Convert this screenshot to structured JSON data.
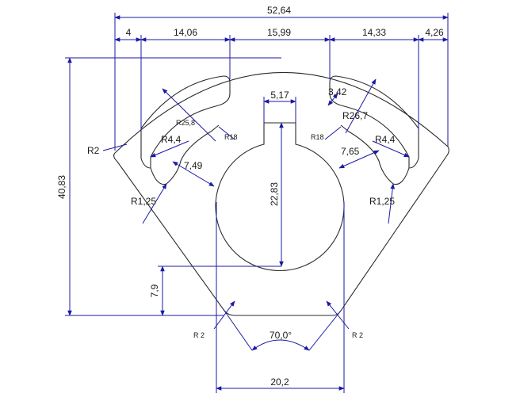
{
  "colors": {
    "part_line": "#2b2b2b",
    "dimension_line": "#1a1aa6",
    "text": "#1a1a1a",
    "background": "#ffffff"
  },
  "dims": {
    "overall_width": "52,64",
    "seg_left_4": "4",
    "seg_14_06": "14,06",
    "seg_15_99": "15,99",
    "seg_14_33": "14,33",
    "seg_4_26": "4,26",
    "height_40_83": "40,83",
    "key_width": "5,17",
    "bore_height": "22,83",
    "slot_3_42": "3,42",
    "r26_7": "R26,7",
    "r25_8": "R25,8",
    "r18_left": "R18",
    "r18_right": "R18",
    "r2_left": "R2",
    "r4_4_left": "R4,4",
    "r4_4_right": "R4,4",
    "w7_49": "7,49",
    "w7_65": "7,65",
    "r1_25_left": "R1,25",
    "r1_25_right": "R1,25",
    "h7_9": "7,9",
    "r2_bottom_left": "R 2",
    "r2_bottom_right": "R 2",
    "angle_70": "70,0°",
    "bottom_20_2": "20,2"
  }
}
